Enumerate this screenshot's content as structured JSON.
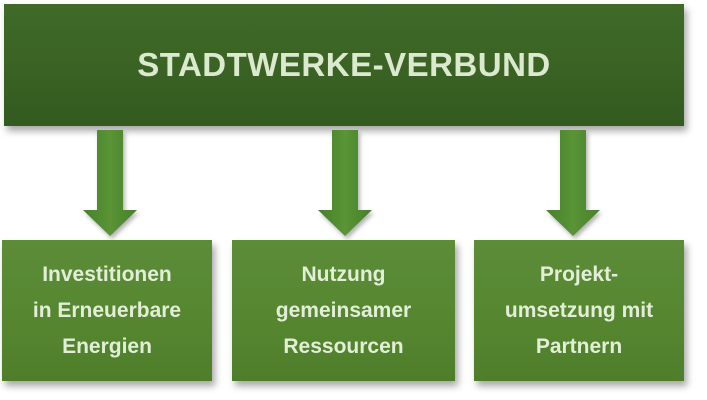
{
  "diagram": {
    "root": {
      "label": "STADTWERKE-VERBUND"
    },
    "children": [
      {
        "label": "Investitionen\nin Erneuerbare\nEnergien"
      },
      {
        "label": "Nutzung\ngemeinsamer\nRessourcen"
      },
      {
        "label": "Projekt-\numsetzung mit\nPartnern"
      }
    ],
    "colors": {
      "root_fill": "#3a6224",
      "root_text": "#dbe9cf",
      "child_fill": "#55862f",
      "child_text": "#e3eed8",
      "arrow_fill": "#4f8a2c"
    }
  }
}
